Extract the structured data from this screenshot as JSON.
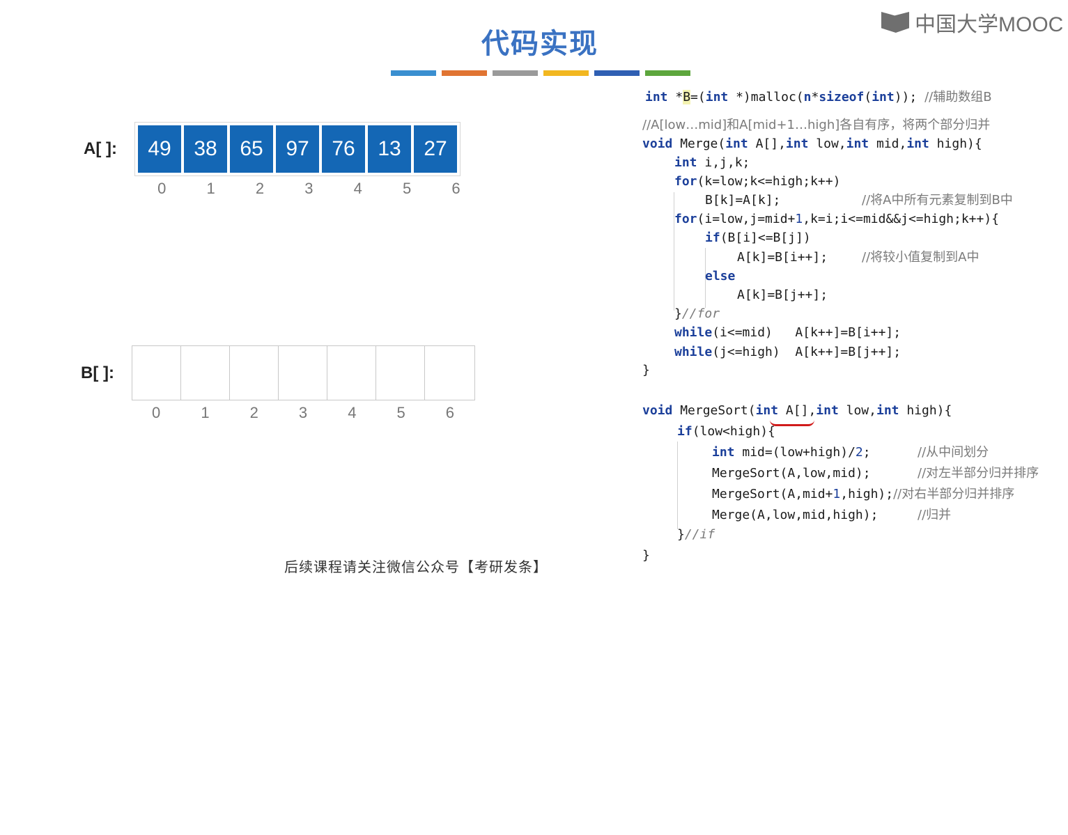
{
  "slide": {
    "title": "代码实现",
    "bar_colors": [
      "#3a8fd0",
      "#e07432",
      "#9a9a9a",
      "#f2b720",
      "#2f5fb3",
      "#5da63d"
    ],
    "footer": "后续课程请关注微信公众号【考研发条】"
  },
  "logo": {
    "text": "中国大学MOOC",
    "icon": "mooc-book-icon"
  },
  "arrays": {
    "a_label": "A[ ]:",
    "a_values": [
      "49",
      "38",
      "65",
      "97",
      "76",
      "13",
      "27"
    ],
    "a_indices": [
      "0",
      "1",
      "2",
      "3",
      "4",
      "5",
      "6"
    ],
    "b_label": "B[ ]:",
    "b_indices": [
      "0",
      "1",
      "2",
      "3",
      "4",
      "5",
      "6"
    ],
    "cell_color": "#1467b5"
  },
  "code": {
    "l1_kw": "int",
    "l1_a": " *",
    "l1_b": "B",
    "l1_c": "=(",
    "l1_d": "int",
    "l1_e": " *)malloc(",
    "l1_f": "n",
    "l1_g": "*",
    "l1_h": "sizeof",
    "l1_i": "(",
    "l1_j": "int",
    "l1_k": ")); ",
    "l1_cm": "//辅助数组B",
    "l2_cm": "//A[low…mid]和A[mid+1…high]各自有序，将两个部分归并",
    "l3_kw1": "void",
    "l3_a": " Merge(",
    "l3_kw2": "int",
    "l3_b": " A[],",
    "l3_kw3": "int",
    "l3_c": " low,",
    "l3_kw4": "int",
    "l3_d": " mid,",
    "l3_kw5": "int",
    "l3_e": " high){",
    "l4_kw": "int",
    "l4_a": " i,j,k;",
    "l5_kw": "for",
    "l5_a": "(k=low;k<=high;k++)",
    "l6_a": "B[k]=A[k];",
    "l6_cm": "//将A中所有元素复制到B中",
    "l7_kw": "for",
    "l7_a": "(i=low,j=mid+",
    "l7_n": "1",
    "l7_b": ",k=i;i<=mid&&j<=high;k++){",
    "l8_kw": "if",
    "l8_a": "(B[i]<=B[j])",
    "l9_a": "A[k]=B[i++];",
    "l9_cm": "//将较小值复制到A中",
    "l10_kw": "else",
    "l11_a": "A[k]=B[j++];",
    "l12_a": "}",
    "l12_cm": "//for",
    "l13_kw": "while",
    "l13_a": "(i<=mid)   A[k++]=B[i++];",
    "l14_kw": "while",
    "l14_a": "(j<=high)  A[k++]=B[j++];",
    "l15_a": "}",
    "l16_kw1": "void",
    "l16_a": " MergeSort(",
    "l16_kw2": "int",
    "l16_b": " A[],",
    "l16_kw3": "int",
    "l16_c": " low,",
    "l16_kw4": "int",
    "l16_d": " high){",
    "l17_kw": "if",
    "l17_a": "(low<high){",
    "l18_kw": "int",
    "l18_a": " mid=(low+high)/",
    "l18_n": "2",
    "l18_b": ";",
    "l18_cm": "//从中间划分",
    "l19_a": "MergeSort(A,low,mid);",
    "l19_cm": "//对左半部分归并排序",
    "l20_a": "MergeSort(A,mid+",
    "l20_n": "1",
    "l20_b": ",high);",
    "l20_cm": "//对右半部分归并排序",
    "l21_a": "Merge(A,low,mid,high);",
    "l21_cm": "//归并",
    "l22_a": "}",
    "l22_cm": "//if",
    "l23_a": "}"
  }
}
